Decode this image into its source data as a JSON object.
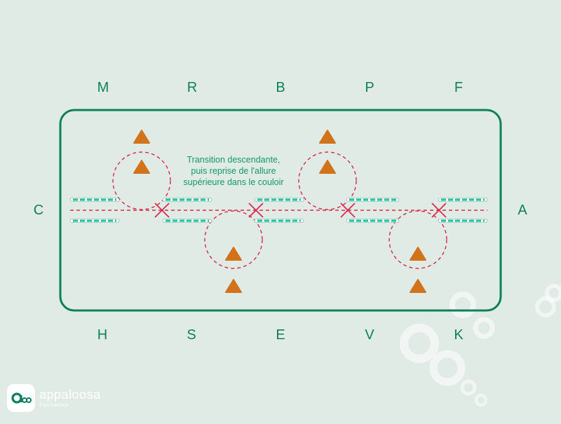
{
  "arena_letters": {
    "top": [
      "M",
      "R",
      "B",
      "P",
      "F"
    ],
    "bottom": [
      "H",
      "S",
      "E",
      "V",
      "K"
    ],
    "left": "C",
    "right": "A"
  },
  "annotation": [
    "Transition descendante,",
    "puis reprise de l'allure",
    "supérieure dans le couloir"
  ],
  "logo": {
    "name": "appaloosa",
    "subtitle": "équitation"
  },
  "colors": {
    "background": "#e1ebe6",
    "arena_border": "#0d7f5c",
    "cone": "#d2731c",
    "path": "#d8294e",
    "pole_stripe": "#1fc6a0",
    "letter": "#0d7f5c"
  },
  "icons": [
    "cone-icon",
    "transition-cross-icon",
    "ground-pole-icon",
    "logo-icon"
  ]
}
